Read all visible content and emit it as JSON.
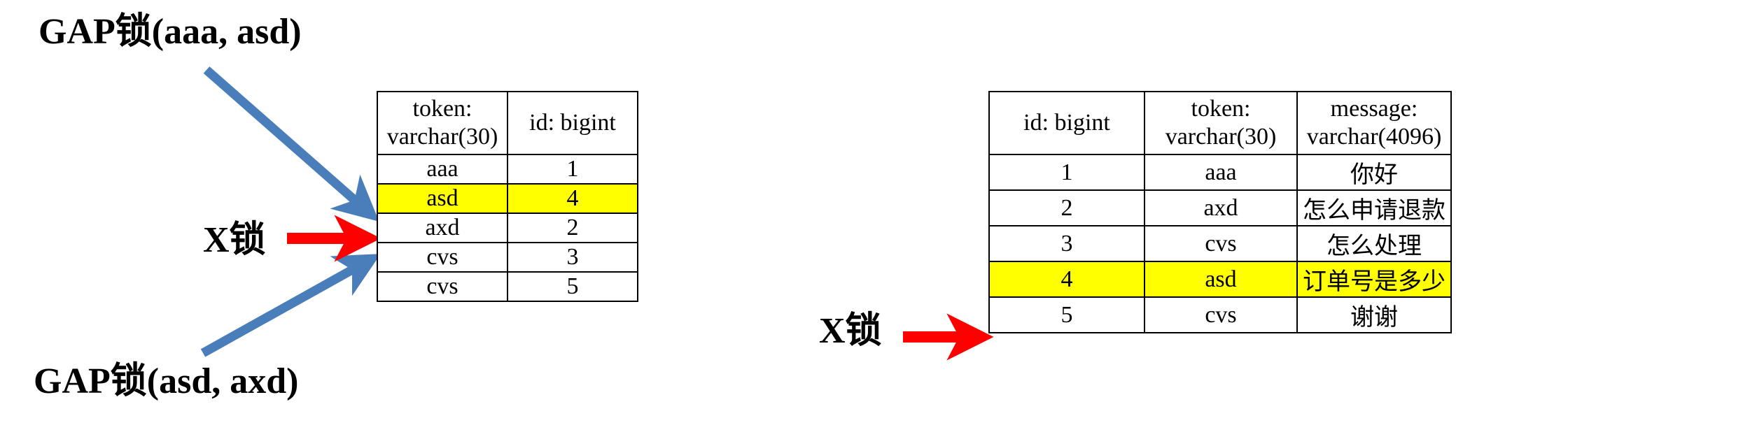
{
  "diagram": {
    "title_text_present": false,
    "colors": {
      "highlight": "#ffff00",
      "x_lock_arrow": "#ff0000",
      "gap_lock_arrow": "#4a7ebb",
      "border": "#000000",
      "background": "#ffffff"
    }
  },
  "annotations": {
    "gap_lock_top": "GAP锁(aaa, asd)",
    "gap_lock_bottom": "GAP锁(asd, axd)",
    "x_lock_left": "X锁",
    "x_lock_right": "X锁"
  },
  "index_table": {
    "name": "token-index-table",
    "headers": [
      {
        "line1": "token:",
        "line2": "varchar(30)"
      },
      {
        "line1": "id: bigint",
        "line2": ""
      }
    ],
    "rows": [
      {
        "token": "aaa",
        "id": "1",
        "highlighted": false
      },
      {
        "token": "asd",
        "id": "4",
        "highlighted": true
      },
      {
        "token": "axd",
        "id": "2",
        "highlighted": false
      },
      {
        "token": "cvs",
        "id": "3",
        "highlighted": false
      },
      {
        "token": "cvs",
        "id": "5",
        "highlighted": false
      }
    ]
  },
  "data_table": {
    "name": "message-data-table",
    "headers": [
      {
        "line1": "id: bigint",
        "line2": ""
      },
      {
        "line1": "token:",
        "line2": "varchar(30)"
      },
      {
        "line1": "message:",
        "line2": "varchar(4096)"
      }
    ],
    "rows": [
      {
        "id": "1",
        "token": "aaa",
        "message": "你好",
        "highlighted": false
      },
      {
        "id": "2",
        "token": "axd",
        "message": "怎么申请退款",
        "highlighted": false
      },
      {
        "id": "3",
        "token": "cvs",
        "message": "怎么处理",
        "highlighted": false
      },
      {
        "id": "4",
        "token": "asd",
        "message": "订单号是多少",
        "highlighted": true
      },
      {
        "id": "5",
        "token": "cvs",
        "message": "谢谢",
        "highlighted": false
      }
    ]
  }
}
